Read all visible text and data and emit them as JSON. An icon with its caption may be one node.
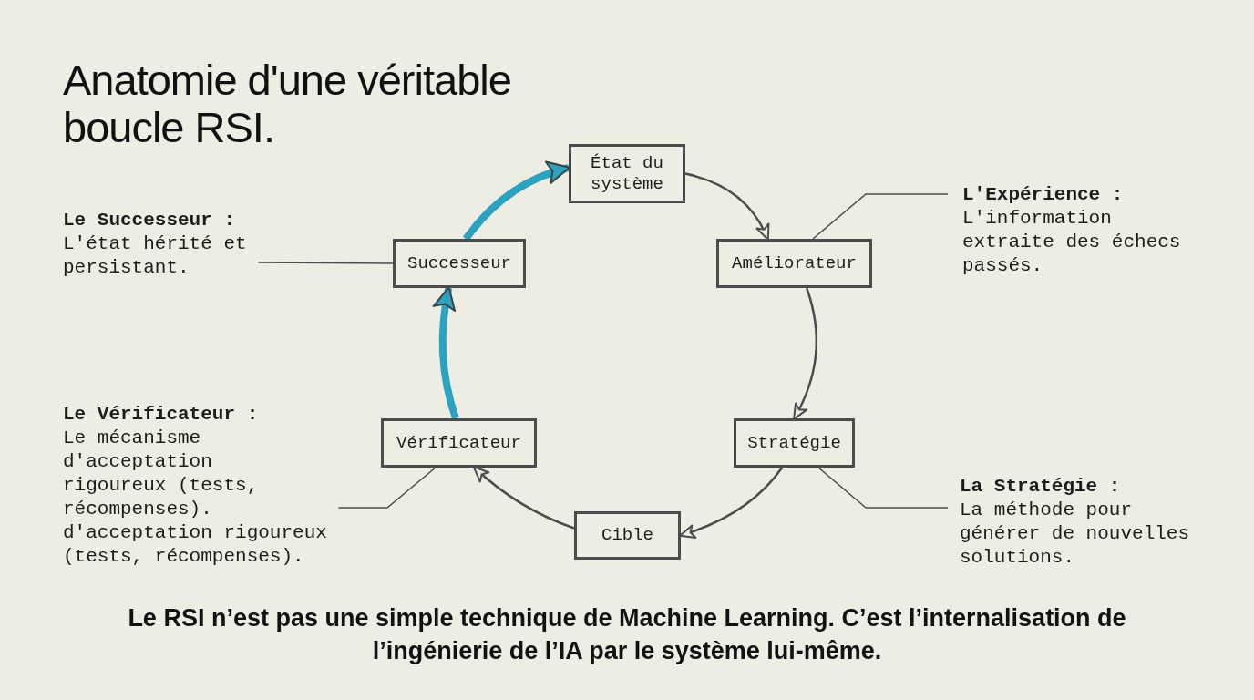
{
  "diagram": {
    "title": "Anatomie d'une véritable boucle RSI.",
    "caption": "Le RSI n’est pas une simple technique de Machine Learning. C’est l’internalisation de l’ingénierie de l’IA par le système lui-même.",
    "nodes": [
      {
        "text": [
          "État du système"
        ]
      },
      {
        "text": [
          "Améliorateur"
        ]
      },
      {
        "text": [
          "Stratégie"
        ]
      },
      {
        "text": [
          "Cible"
        ]
      },
      {
        "text": [
          "Vérificateur"
        ]
      },
      {
        "text": [
          "Successeur"
        ]
      },
      {
        "text": [
          "Le Successeur :",
          "L'état hérité et persistant."
        ]
      },
      {
        "text": [
          "L'Expérience :",
          "L'information extraite des échecs passés."
        ]
      },
      {
        "text": [
          "Le Vérificateur :",
          "Le mécanisme d'acceptation rigoureux (tests, récompenses).",
          "d'acceptation rigoureux (tests, récompenses)."
        ]
      },
      {
        "text": [
          "La Stratégie :",
          "La méthode pour générer de nouvelles solutions."
        ]
      }
    ],
    "edges": [
      {
        "from": 0,
        "to": 1,
        "arrow": "to"
      },
      {
        "from": 1,
        "to": 2,
        "arrow": "to"
      },
      {
        "from": 2,
        "to": 3,
        "arrow": "to"
      },
      {
        "from": 3,
        "to": 4,
        "arrow": "to"
      },
      {
        "from": 4,
        "to": 5,
        "arrow": "to",
        "style": "thick",
        "color": "#2ba3c0"
      },
      {
        "from": 5,
        "to": 0,
        "arrow": "to",
        "style": "thick",
        "color": "#2ba3c0"
      },
      {
        "from": 6,
        "to": 5,
        "arrow": "none"
      },
      {
        "from": 7,
        "to": 1,
        "arrow": "none"
      },
      {
        "from": 8,
        "to": 4,
        "arrow": "none"
      },
      {
        "from": 9,
        "to": 2,
        "arrow": "none"
      }
    ]
  }
}
